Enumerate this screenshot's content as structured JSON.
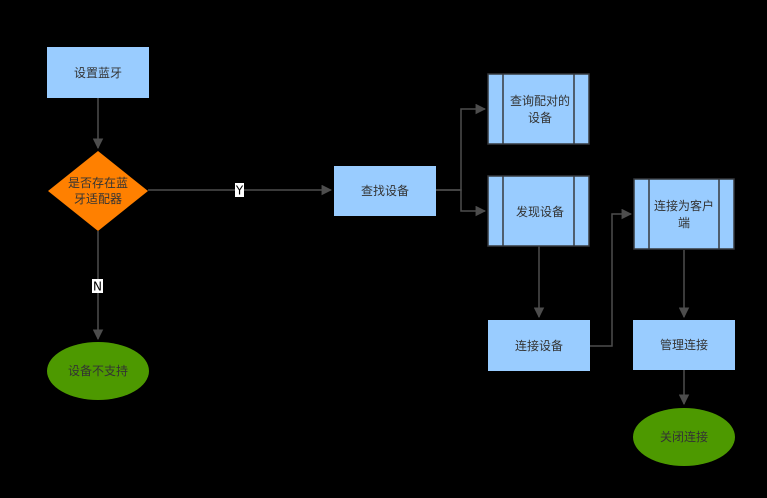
{
  "diagram": {
    "nodes": {
      "setup_bluetooth": {
        "label": "设置蓝牙"
      },
      "has_adapter": {
        "label_line1": "是否存在蓝",
        "label_line2": "牙适配器"
      },
      "device_unsupported": {
        "label": "设备不支持"
      },
      "find_device": {
        "label": "查找设备"
      },
      "query_paired": {
        "label_line1": "查询配对的",
        "label_line2": "设备"
      },
      "discover_device": {
        "label": "发现设备"
      },
      "connect_device": {
        "label": "连接设备"
      },
      "connect_as_client": {
        "label_line1": "连接为客户",
        "label_line2": "端"
      },
      "manage_connection": {
        "label": "管理连接"
      },
      "close_connection": {
        "label": "关闭连接"
      }
    },
    "edge_labels": {
      "yes": "Y",
      "no": "N"
    },
    "colors": {
      "process_fill": "#99ccff",
      "decision_fill": "#ff8000",
      "terminal_fill": "#4d9900",
      "edge": "#4d4d4d",
      "subprocess_stroke": "#36393d",
      "text": "#333333",
      "background": "#000000"
    }
  }
}
